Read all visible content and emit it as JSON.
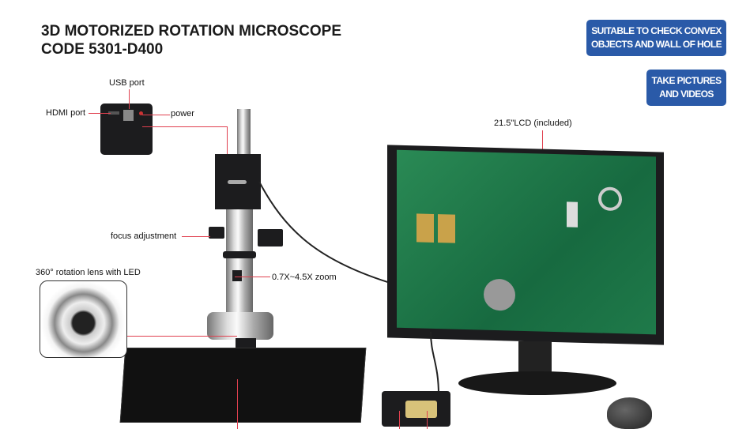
{
  "header": {
    "title_line1": "3D MOTORIZED ROTATION MICROSCOPE",
    "title_line2": "CODE 5301-D400"
  },
  "badges": [
    {
      "line1": "SUITABLE TO CHECK CONVEX",
      "line2": "OBJECTS AND WALL OF HOLE"
    },
    {
      "line1": "TAKE PICTURES",
      "line2": "AND VIDEOS"
    }
  ],
  "callouts": {
    "usb": "USB port",
    "hdmi": "HDMI port",
    "power": "power",
    "focus": "focus adjustment",
    "rotation": "360° rotation lens with LED",
    "zoom": "0.7X~4.5X zoom",
    "lcd": "21.5\"LCD (included)"
  },
  "colors": {
    "badge": "#2a5aa8",
    "callout_line": "#e0404f",
    "pcb": "#1f7a4a"
  }
}
